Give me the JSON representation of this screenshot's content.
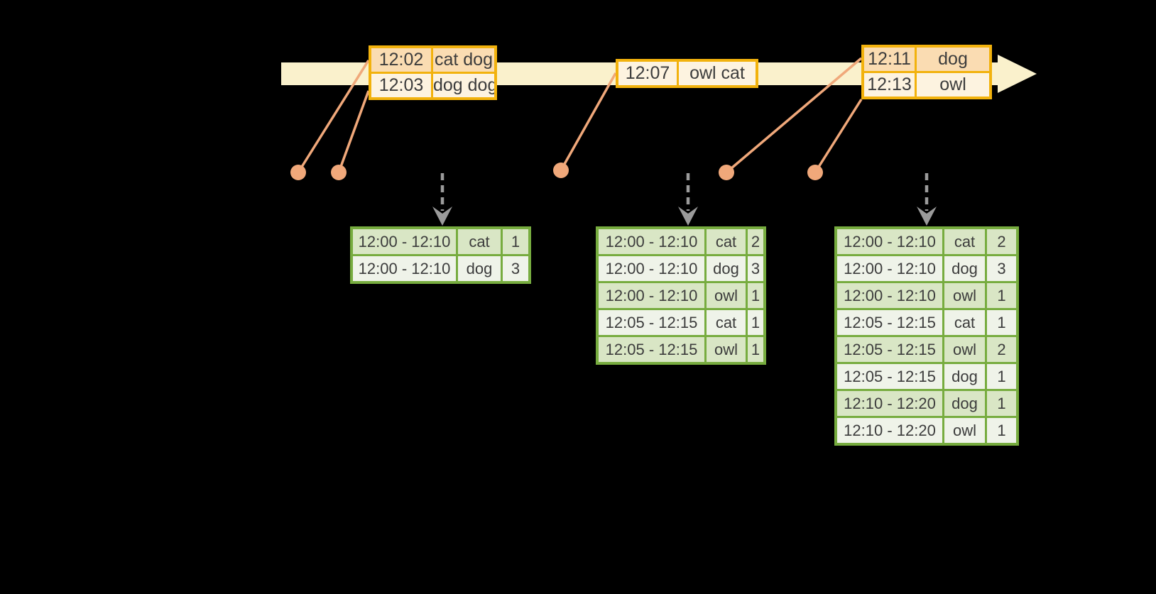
{
  "colors": {
    "background": "#000000",
    "band": "#FAF1CC",
    "gold": "#F2B20D",
    "peach": "#FADCB2",
    "cream": "#FDF3E0",
    "salmon": "#F0A87A",
    "green": "#77AC3F",
    "green-dark-row": "#D9E6C5",
    "green-light-row": "#EFF3E9",
    "gray": "#9B9B9B",
    "text": "#3C3C3C"
  },
  "events": [
    {
      "rows": [
        {
          "time": "12:02",
          "words": "cat dog"
        },
        {
          "time": "12:03",
          "words": "dog dog"
        }
      ]
    },
    {
      "rows": [
        {
          "time": "12:07",
          "words": "owl cat"
        }
      ]
    },
    {
      "rows": [
        {
          "time": "12:11",
          "words": "dog"
        },
        {
          "time": "12:13",
          "words": "owl"
        }
      ]
    }
  ],
  "result_tables": [
    {
      "rows": [
        {
          "window": "12:00 - 12:10",
          "word": "cat",
          "count": "1"
        },
        {
          "window": "12:00 - 12:10",
          "word": "dog",
          "count": "3"
        }
      ]
    },
    {
      "rows": [
        {
          "window": "12:00 - 12:10",
          "word": "cat",
          "count": "2"
        },
        {
          "window": "12:00 - 12:10",
          "word": "dog",
          "count": "3"
        },
        {
          "window": "12:00 - 12:10",
          "word": "owl",
          "count": "1"
        },
        {
          "window": "12:05 - 12:15",
          "word": "cat",
          "count": "1"
        },
        {
          "window": "12:05 - 12:15",
          "word": "owl",
          "count": "1"
        }
      ]
    },
    {
      "rows": [
        {
          "window": "12:00 - 12:10",
          "word": "cat",
          "count": "2"
        },
        {
          "window": "12:00 - 12:10",
          "word": "dog",
          "count": "3"
        },
        {
          "window": "12:00 - 12:10",
          "word": "owl",
          "count": "1"
        },
        {
          "window": "12:05 - 12:15",
          "word": "cat",
          "count": "1"
        },
        {
          "window": "12:05 - 12:15",
          "word": "owl",
          "count": "2"
        },
        {
          "window": "12:05 - 12:15",
          "word": "dog",
          "count": "1"
        },
        {
          "window": "12:10 - 12:20",
          "word": "dog",
          "count": "1"
        },
        {
          "window": "12:10 - 12:20",
          "word": "owl",
          "count": "1"
        }
      ]
    }
  ]
}
